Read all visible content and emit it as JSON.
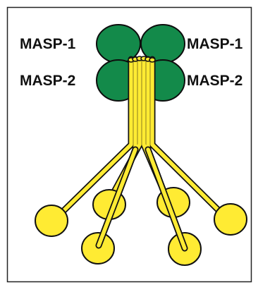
{
  "labels": {
    "masp1_left": "MASP-1",
    "masp1_right": "MASP-1",
    "masp2_left": "MASP-2",
    "masp2_right": "MASP-2"
  },
  "colors": {
    "masp_fill": "#138a4a",
    "masp_stroke": "#0d0d0d",
    "stalk_fill": "#ffeb33",
    "stalk_stroke": "#111111",
    "border": "#222222"
  }
}
